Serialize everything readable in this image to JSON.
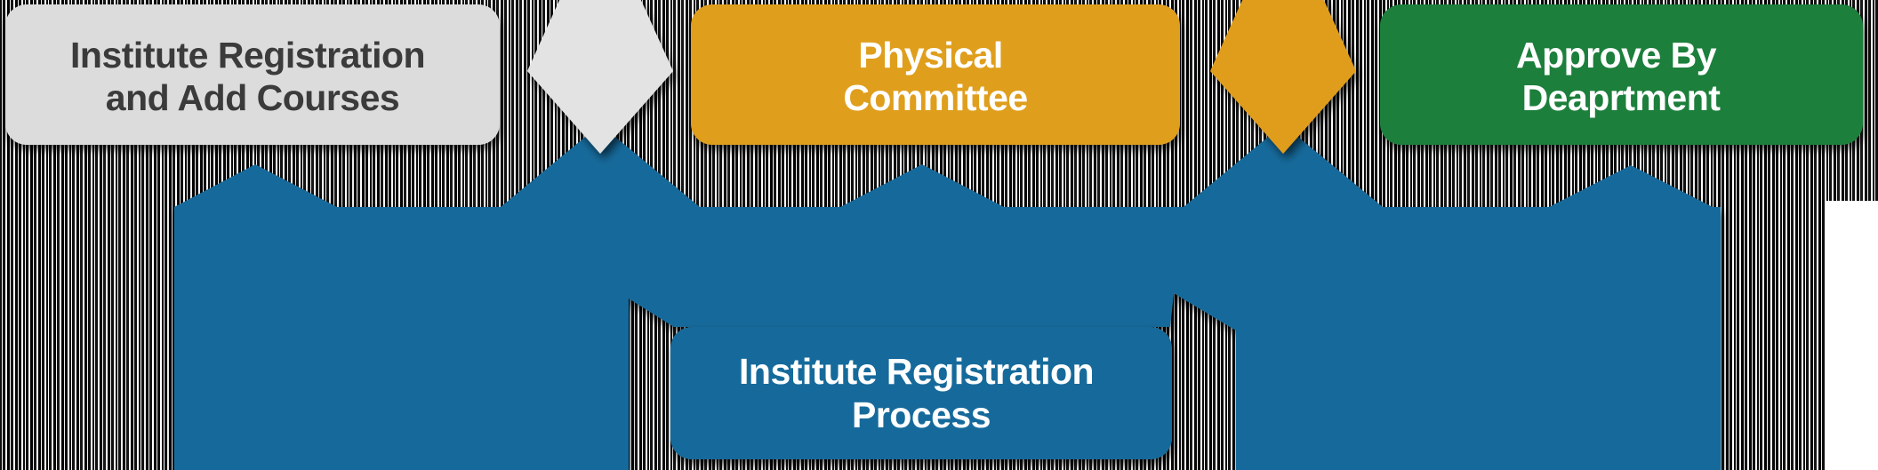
{
  "diagram": {
    "type": "process-flow",
    "banner": {
      "label": "Institute Registration Process",
      "lines": [
        "Institute Registration",
        "Process"
      ],
      "color": "#186A9B",
      "text_color": "#FFFFFF"
    },
    "steps": [
      {
        "label": "Institute Registration and Add Courses",
        "lines": [
          "Institute Registration",
          "and Add Courses"
        ],
        "color": "#DCDCDC",
        "text_color": "#3B3B3B"
      },
      {
        "label": "Physical Committee",
        "lines": [
          "Physical",
          "Committee"
        ],
        "color": "#DF9E1E",
        "text_color": "#FFFFFF"
      },
      {
        "label": "Approve By Deaprtment",
        "lines": [
          "Approve By",
          "Deaprtment"
        ],
        "color": "#1C7F3B",
        "text_color": "#FFFFFF"
      }
    ],
    "connectors": [
      {
        "shape": "down-arrow",
        "color": "#E3E3E3"
      },
      {
        "shape": "down-arrow",
        "color": "#E09D1B"
      }
    ],
    "background_white_patch": "#FFFFFF"
  }
}
